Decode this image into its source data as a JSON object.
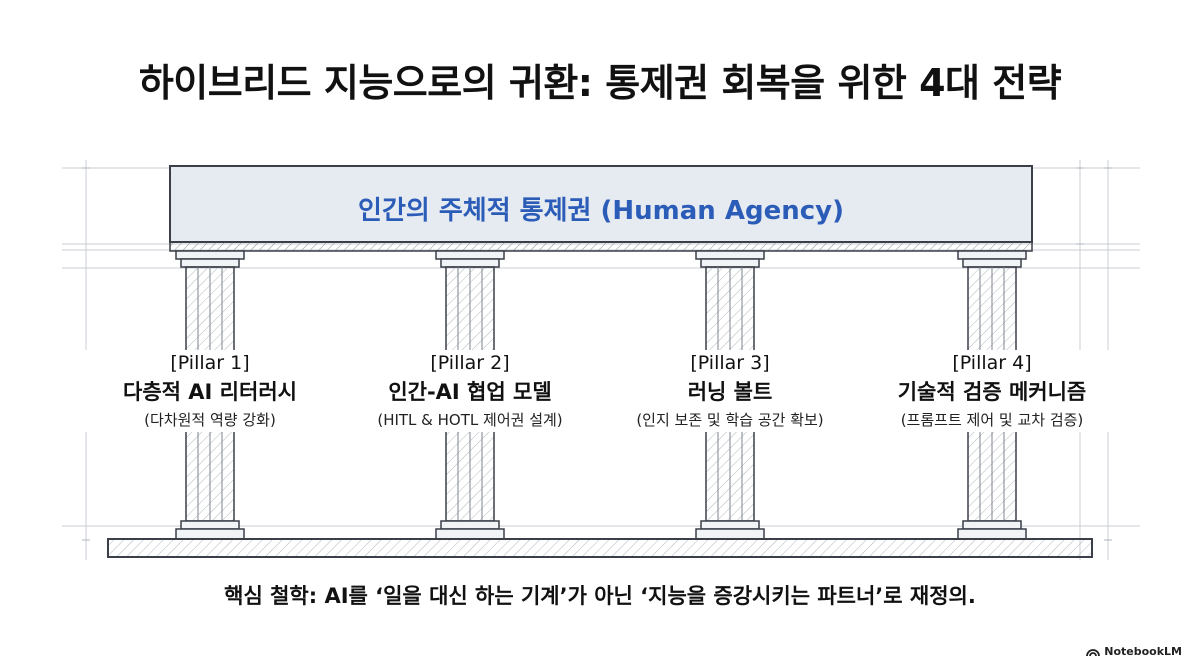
{
  "title": "하이브리드 지능으로의 귀환: 통제권 회복을 위한 4대 전략",
  "beam_label": "인간의 주체적 통제권 (Human Agency)",
  "pillars": [
    {
      "tag": "[Pillar 1]",
      "title": "다층적 AI 리터러시",
      "subtitle": "(다차원적 역량 강화)"
    },
    {
      "tag": "[Pillar 2]",
      "title": "인간-AI 협업 모델",
      "subtitle": "(HITL & HOTL 제어권 설계)"
    },
    {
      "tag": "[Pillar 3]",
      "title": "러닝 볼트",
      "subtitle": "(인지 보존 및 학습 공간 확보)"
    },
    {
      "tag": "[Pillar 4]",
      "title": "기술적 검증 메커니즘",
      "subtitle": "(프롬프트 제어 및 교차 검증)"
    }
  ],
  "philosophy": "핵심 철학: AI를 ‘일을 대신 하는 기계’가 아닌 ‘지능을 증강시키는 파트너’로 재정의.",
  "brand": "NotebookLM",
  "colors": {
    "beam_fill": "#e6eaf1",
    "accent_text": "#2b5cb8",
    "line": "#3a3f48",
    "guide": "#c8ccd3"
  }
}
